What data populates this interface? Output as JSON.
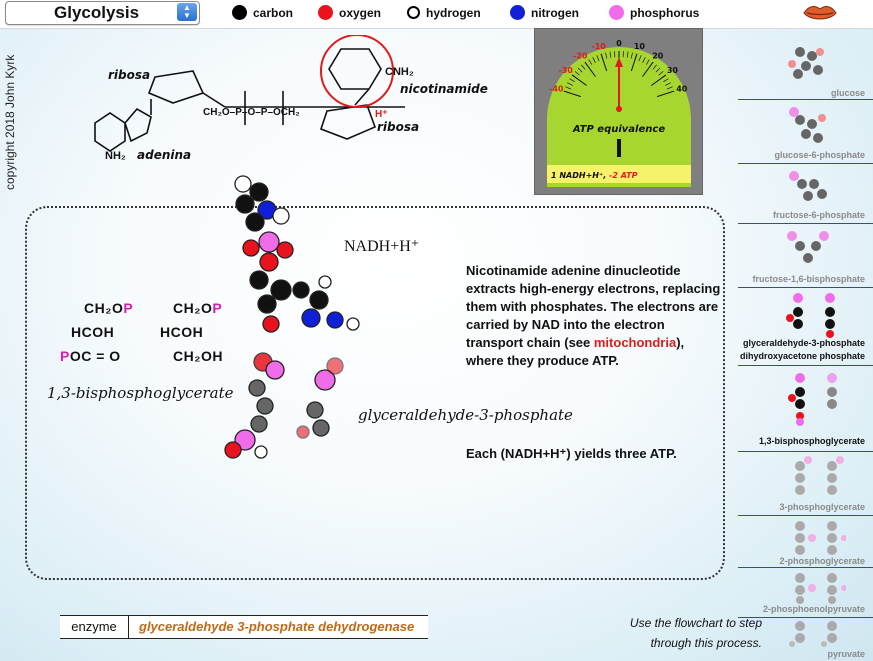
{
  "header": {
    "pathway_title": "Glycolysis",
    "legend": [
      {
        "label": "carbon",
        "color": "#000000"
      },
      {
        "label": "oxygen",
        "color": "#e8131c"
      },
      {
        "label": "hydrogen",
        "color": "#ffffff"
      },
      {
        "label": "nitrogen",
        "color": "#1020d8"
      },
      {
        "label": "phosphorus",
        "color": "#f06ce8"
      }
    ]
  },
  "copyright": "copyright 2018 John Kyrk",
  "nad_structure": {
    "labels": {
      "ribosa_left": "ribosa",
      "adenina": "adenina",
      "nicotinamide": "nicotinamide",
      "ribosa_right": "ribosa",
      "nh2_bottom": "NH₂",
      "cnh2": "CNH₂",
      "phosphate_chain": "CH₂O–P–O–P–OCH₂",
      "h_plus": "H⁺"
    }
  },
  "atp_meter": {
    "title": "ATP equivalence",
    "ticks": [
      "-40",
      "-30",
      "-20",
      "-10",
      "0",
      "10",
      "20",
      "30",
      "40"
    ],
    "value_text": "1 NADH+H⁺, ",
    "value_highlight": "-2 ATP"
  },
  "main": {
    "nadh_label": "NADH+H⁺",
    "bpg_label": "1,3-bisphosphoglycerate",
    "g3p_label": "glyceraldehyde-3-phosphate",
    "bpg_struct": [
      "CH₂O",
      "P",
      "HCOH",
      "P",
      "OC = O"
    ],
    "g3p_struct": [
      "CH₂O",
      "P",
      "HCOH",
      "CH₂OH"
    ],
    "description_parts": [
      "Nicotinamide adenine dinucleotide extracts high-energy electrons, replacing them with phosphates. The electrons are carried by NAD into the electron transport chain (see ",
      "mitochondria",
      "), where they produce ATP."
    ],
    "description2": "Each (NADH+H⁺) yields three ATP."
  },
  "enzyme": {
    "label": "enzyme",
    "name": "glyceraldehyde 3-phosphate dehydrogenase"
  },
  "flowchart_hint": "Use the flowchart to step through this process.",
  "sidebar": {
    "items": [
      {
        "name": "glucose",
        "active": false
      },
      {
        "name": "glucose-6-phosphate",
        "active": false
      },
      {
        "name": "fructose-6-phosphate",
        "active": false
      },
      {
        "name": "fructose-1,6-bisphosphate",
        "active": false
      },
      {
        "name": "glyceraldehyde-3-phosphate",
        "active": true
      },
      {
        "name": "dihydroxyacetone phosphate",
        "active": false
      },
      {
        "name": "1,3-bisphosphoglycerate",
        "active": true
      },
      {
        "name": "3-phosphoglycerate",
        "active": false
      },
      {
        "name": "2-phosphoglycerate",
        "active": false
      },
      {
        "name": "2-phosphoenolpyruvate",
        "active": false
      },
      {
        "name": "pyruvate",
        "active": false
      }
    ]
  }
}
